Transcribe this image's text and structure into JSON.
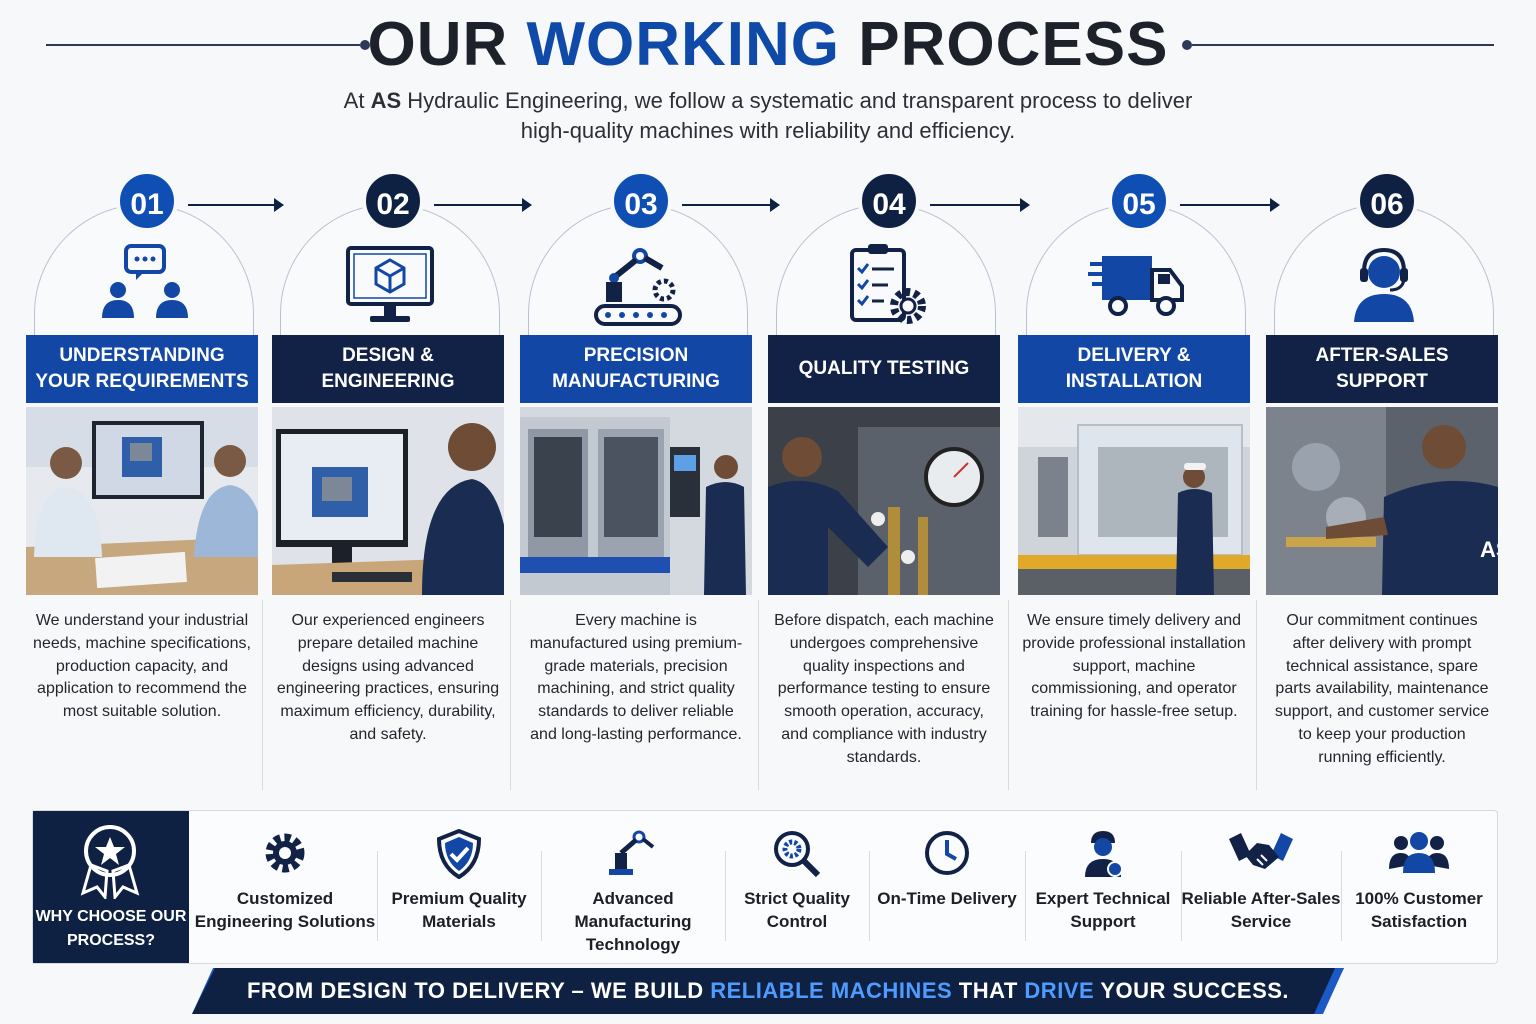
{
  "header": {
    "title_part1": "OUR ",
    "title_accent": "WORKING",
    "title_part2": " PROCESS",
    "subtitle_lead": "At ",
    "subtitle_brand": "AS",
    "subtitle_rest": " Hydraulic Engineering, we follow a systematic and transparent process to deliver high-quality machines with reliability and efficiency."
  },
  "steps": [
    {
      "number": "01",
      "title": "UNDERSTANDING YOUR REQUIREMENTS",
      "icon": "consultation-icon",
      "photo": "client-meeting-photo",
      "description": "We understand your industrial needs, machine specifications, production capacity, and application to recommend the most suitable solution."
    },
    {
      "number": "02",
      "title": "DESIGN & ENGINEERING",
      "icon": "cad-design-icon",
      "photo": "engineer-cad-photo",
      "description": "Our experienced engineers prepare detailed machine designs using advanced engineering practices, ensuring maximum efficiency, durability, and safety."
    },
    {
      "number": "03",
      "title": "PRECISION MANUFACTURING",
      "icon": "robot-arm-icon",
      "photo": "cnc-machine-photo",
      "description": "Every machine is manufactured using premium-grade materials, precision machining, and strict quality standards to deliver reliable and long-lasting performance."
    },
    {
      "number": "04",
      "title": "QUALITY TESTING",
      "icon": "checklist-gear-icon",
      "photo": "pressure-testing-photo",
      "description": "Before dispatch, each machine undergoes comprehensive quality inspections and performance testing to ensure smooth operation, accuracy, and compliance with industry standards."
    },
    {
      "number": "05",
      "title": "DELIVERY & INSTALLATION",
      "icon": "truck-icon",
      "photo": "machine-delivery-photo",
      "description": "We ensure timely delivery and provide professional installation support, machine commissioning, and operator training for hassle-free setup."
    },
    {
      "number": "06",
      "title": "AFTER-SALES SUPPORT",
      "icon": "headset-support-icon",
      "photo": "technician-service-photo",
      "description": "Our commitment continues after delivery with prompt technical assistance, spare parts availability, maintenance support, and customer service to keep your production running efficiently."
    }
  ],
  "why": {
    "title": "WHY CHOOSE OUR PROCESS?",
    "features": [
      {
        "icon": "gear-icon",
        "label": "Customized Engineering Solutions"
      },
      {
        "icon": "shield-check-icon",
        "label": "Premium Quality Materials"
      },
      {
        "icon": "robot-arm-icon",
        "label": "Advanced Manufacturing Technology"
      },
      {
        "icon": "magnifier-gear-icon",
        "label": "Strict Quality Control"
      },
      {
        "icon": "clock-icon",
        "label": "On-Time Delivery"
      },
      {
        "icon": "technician-icon",
        "label": "Expert Technical Support"
      },
      {
        "icon": "handshake-icon",
        "label": "Reliable After-Sales Service"
      },
      {
        "icon": "people-group-icon",
        "label": "100% Customer Satisfaction"
      }
    ]
  },
  "banner": {
    "part1": "FROM DESIGN TO DELIVERY – WE BUILD ",
    "hl1": "RELIABLE MACHINES",
    "part2": " THAT ",
    "hl2": "DRIVE",
    "part3": " YOUR SUCCESS."
  },
  "colors": {
    "navy": "#0f2143",
    "blue": "#0f4fb3",
    "accent_text": "#0f4aa8",
    "banner_highlight": "#4f9bff"
  }
}
